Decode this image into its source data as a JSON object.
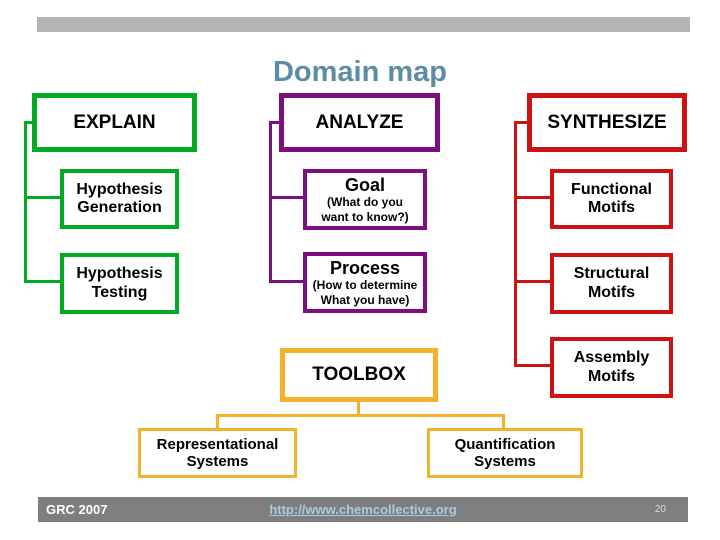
{
  "title": "Domain map",
  "colors": {
    "title": "#5D8CA6",
    "explain": "#00AB22",
    "analyze": "#7D0E7E",
    "synthesize": "#CC1212",
    "toolbox": "#F3B229",
    "top_bar": "#B3B3B3",
    "footer_bar": "#7F7F7F",
    "link_text": "#A9CBDF"
  },
  "columns": [
    {
      "header": "EXPLAIN",
      "children": [
        {
          "lines": [
            "Hypothesis",
            "Generation"
          ]
        },
        {
          "lines": [
            "Hypothesis",
            "Testing"
          ]
        }
      ]
    },
    {
      "header": "ANALYZE",
      "children": [
        {
          "title": "Goal",
          "sub_lines": [
            "(What do you",
            "want to know?)"
          ]
        },
        {
          "title": "Process",
          "sub_lines": [
            "(How to determine",
            "What you have)"
          ]
        }
      ]
    },
    {
      "header": "SYNTHESIZE",
      "children": [
        {
          "lines": [
            "Functional",
            "Motifs"
          ]
        },
        {
          "lines": [
            "Structural",
            "Motifs"
          ]
        },
        {
          "lines": [
            "Assembly",
            "Motifs"
          ]
        }
      ]
    }
  ],
  "toolbox": {
    "header": "TOOLBOX",
    "children": [
      {
        "lines": [
          "Representational",
          "Systems"
        ]
      },
      {
        "lines": [
          "Quantification",
          "Systems"
        ]
      }
    ]
  },
  "footer": {
    "left": "GRC 2007",
    "link": "http://www.chemcollective.org",
    "page": "20"
  }
}
